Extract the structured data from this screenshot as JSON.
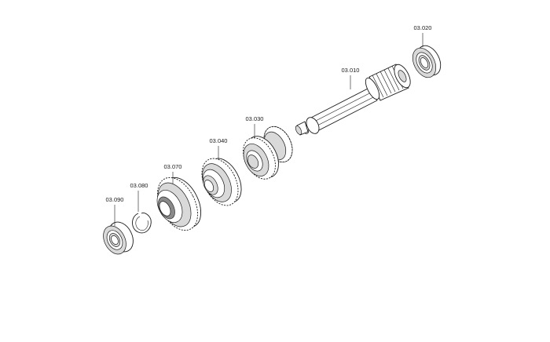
{
  "parts": [
    {
      "id": "bearing-right",
      "label": "03.020"
    },
    {
      "id": "main-shaft",
      "label": "03.010"
    },
    {
      "id": "gear-double",
      "label": "03.030"
    },
    {
      "id": "gear-mid",
      "label": "03.040"
    },
    {
      "id": "gear-large",
      "label": "03.070"
    },
    {
      "id": "snap-ring",
      "label": "03.080"
    },
    {
      "id": "bearing-left",
      "label": "03.090"
    }
  ]
}
